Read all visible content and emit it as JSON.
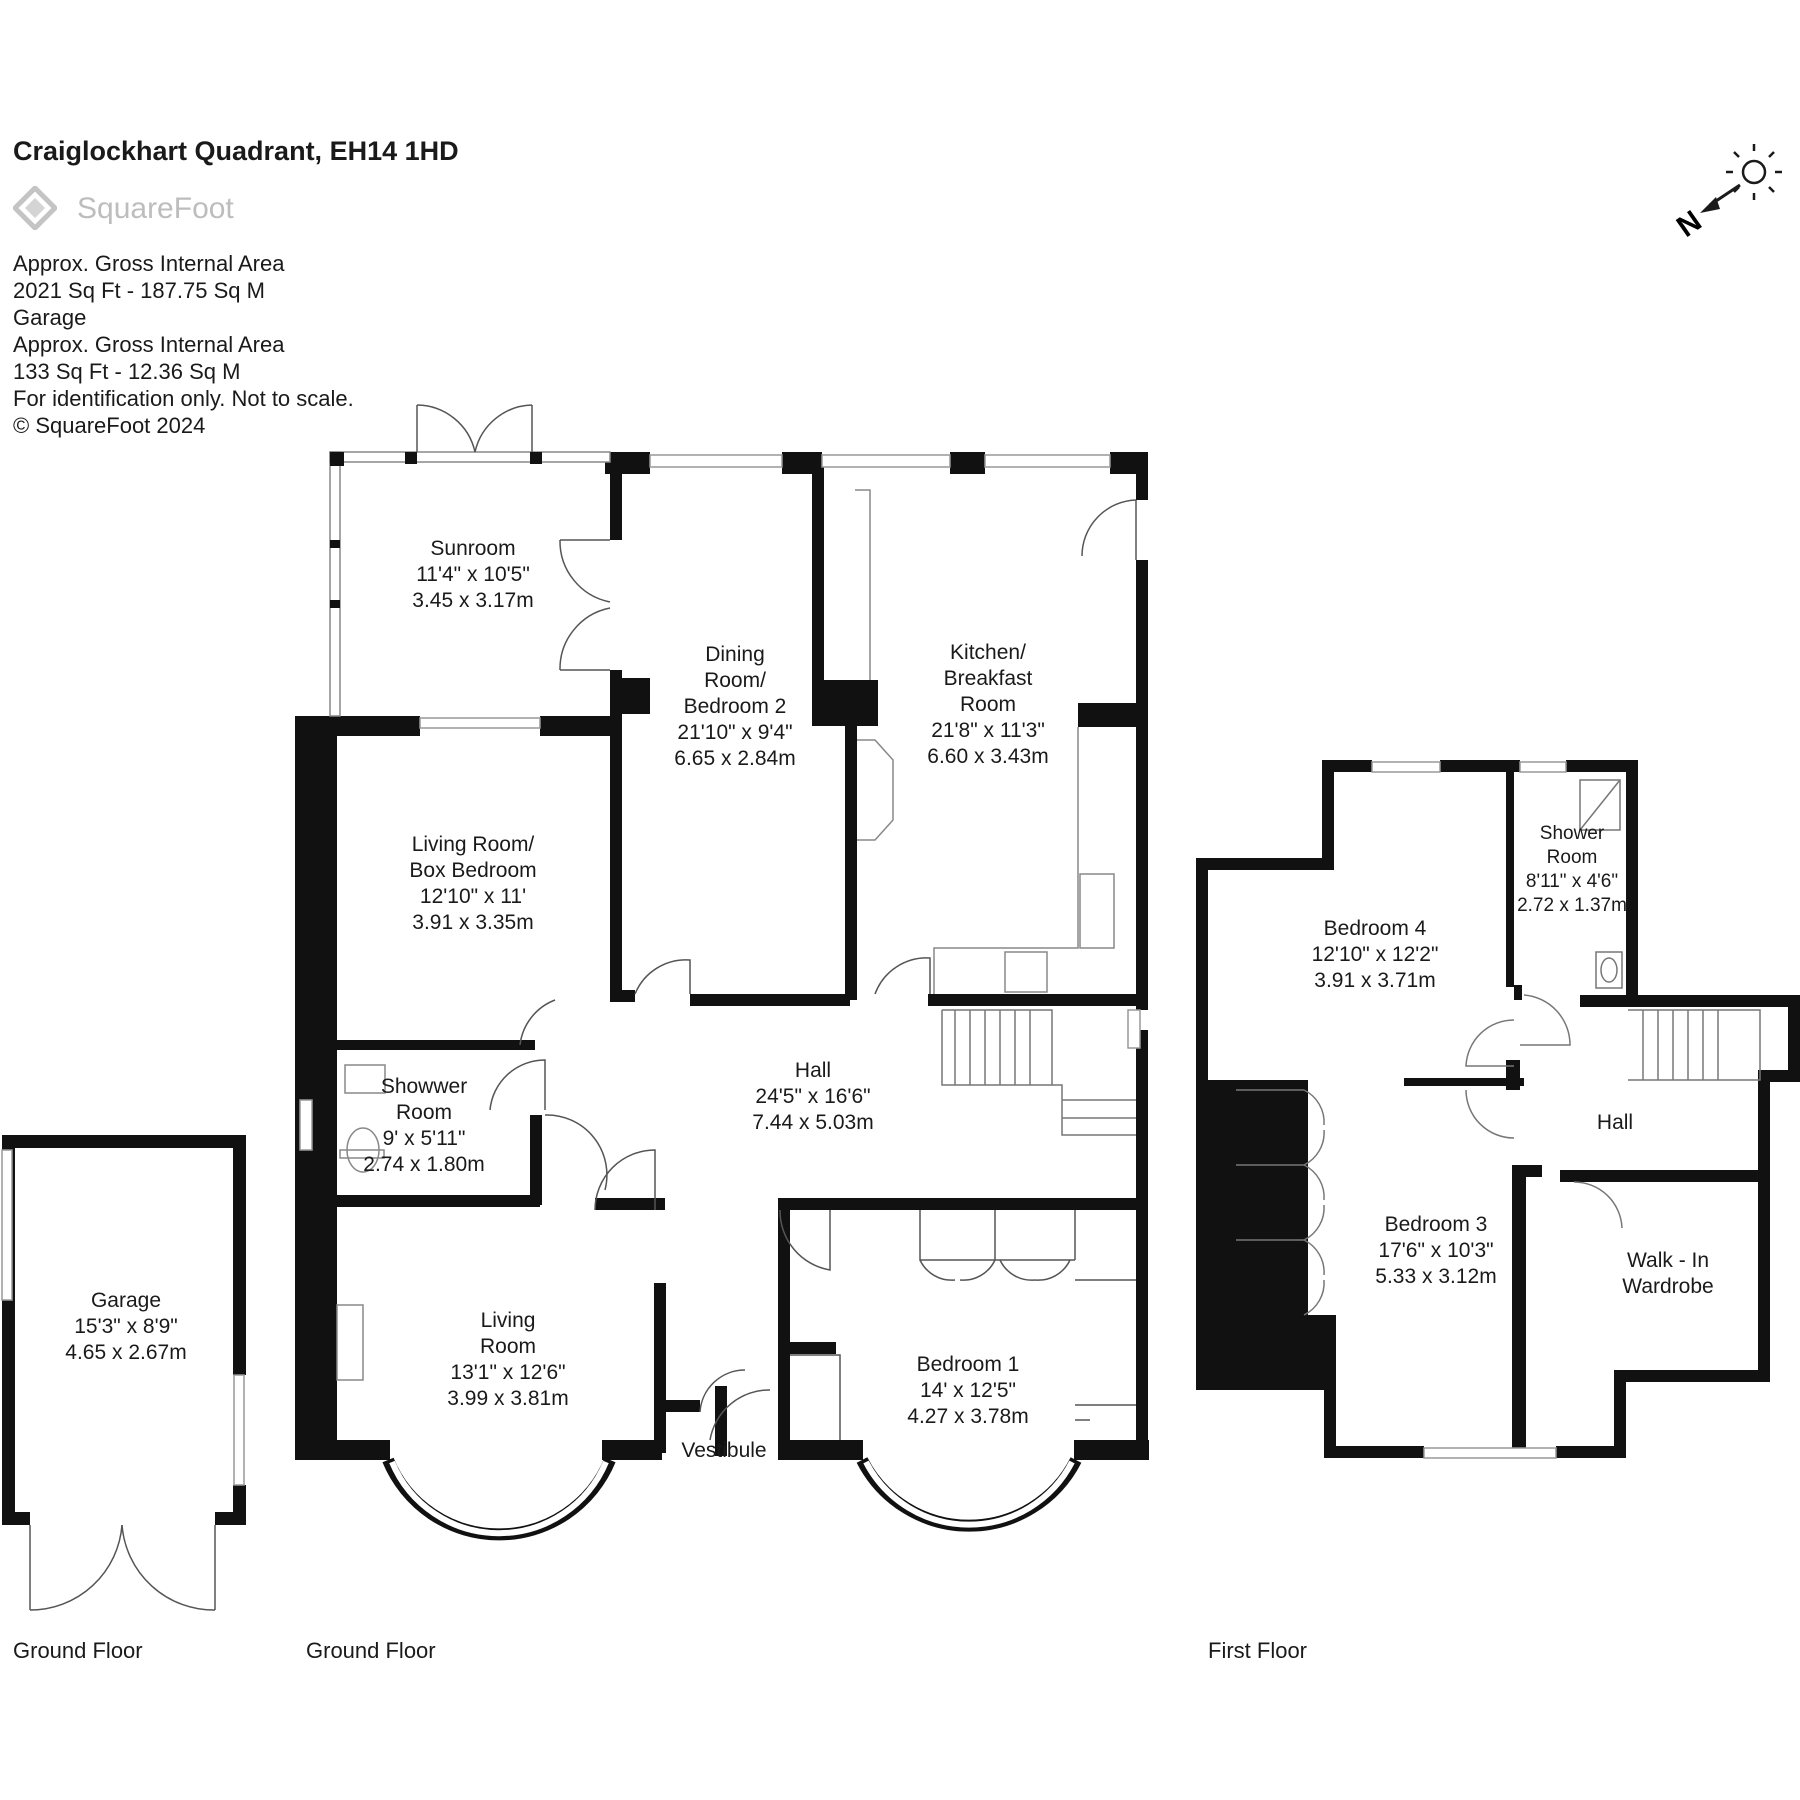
{
  "header": {
    "title": "Craiglockhart Quadrant, EH14 1HD",
    "brand": "SquareFoot"
  },
  "info": {
    "line1": "Approx. Gross Internal Area",
    "line2": "2021 Sq Ft  -  187.75 Sq M",
    "line3": "Garage",
    "line4": "Approx. Gross Internal Area",
    "line5": "133 Sq Ft  -  12.36 Sq M",
    "line6": "For identification only. Not to scale.",
    "line7": "© SquareFoot 2024"
  },
  "compass": {
    "letter": "N"
  },
  "rooms": {
    "sunroom": {
      "name1": "Sunroom",
      "imperial": "11'4\" x 10'5\"",
      "metric": "3.45 x 3.17m"
    },
    "dining": {
      "name1": "Dining",
      "name2": "Room/",
      "name3": "Bedroom 2",
      "imperial": "21'10\" x 9'4\"",
      "metric": "6.65 x 2.84m"
    },
    "kitchen": {
      "name1": "Kitchen/",
      "name2": "Breakfast",
      "name3": "Room",
      "imperial": "21'8\" x 11'3\"",
      "metric": "6.60 x 3.43m"
    },
    "livingbox": {
      "name1": "Living Room/",
      "name2": "Box Bedroom",
      "imperial": "12'10\" x 11'",
      "metric": "3.91 x 3.35m"
    },
    "hall": {
      "name1": "Hall",
      "imperial": "24'5\" x 16'6\"",
      "metric": "7.44 x 5.03m"
    },
    "showwer": {
      "name1": "Showwer",
      "name2": "Room",
      "imperial": "9' x 5'11\"",
      "metric": "2.74 x 1.80m"
    },
    "living": {
      "name1": "Living",
      "name2": "Room",
      "imperial": "13'1\" x 12'6\"",
      "metric": "3.99 x 3.81m"
    },
    "vestibule": {
      "name1": "Vestibule"
    },
    "bedroom1": {
      "name1": "Bedroom 1",
      "imperial": "14' x 12'5\"",
      "metric": "4.27 x 3.78m"
    },
    "garage": {
      "name1": "Garage",
      "imperial": "15'3\" x 8'9\"",
      "metric": "4.65 x 2.67m"
    },
    "bedroom4": {
      "name1": "Bedroom 4",
      "imperial": "12'10\" x 12'2\"",
      "metric": "3.91 x 3.71m"
    },
    "shower": {
      "name1": "Shower",
      "name2": "Room",
      "imperial": "8'11\" x 4'6\"",
      "metric": "2.72 x 1.37m"
    },
    "hall2": {
      "name1": "Hall"
    },
    "bedroom3": {
      "name1": "Bedroom 3",
      "imperial": "17'6\" x 10'3\"",
      "metric": "5.33 x 3.12m"
    },
    "walkin": {
      "name1": "Walk - In",
      "name2": "Wardrobe"
    }
  },
  "floors": {
    "garage": "Ground Floor",
    "ground": "Ground Floor",
    "first": "First Floor"
  }
}
